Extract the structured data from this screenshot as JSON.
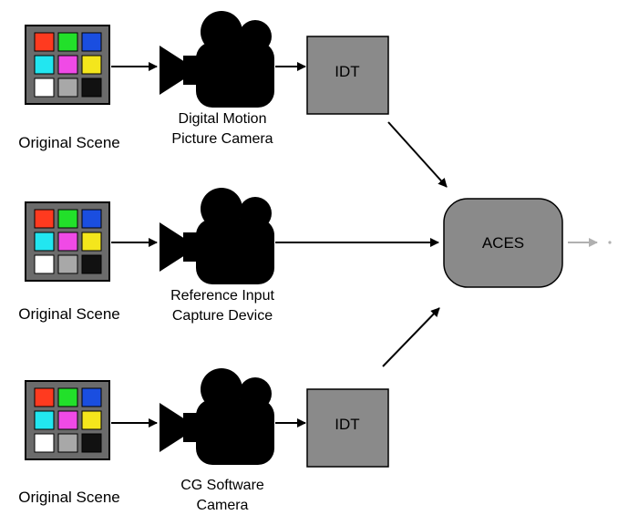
{
  "colors": {
    "chart_frame": "#6b6b6b",
    "chart_border": "#000000",
    "box_fill": "#8a8a8a",
    "aces_fill": "#8a8a8a",
    "output_arrow": "#b0b0b0",
    "swatches": [
      "#ff3a1f",
      "#22e02a",
      "#1a4ee0",
      "#22e6f0",
      "#f04ae6",
      "#f4e61c",
      "#ffffff",
      "#a8a8a8",
      "#111111"
    ]
  },
  "rows": [
    {
      "scene_label": "Original Scene",
      "device_label_line1": "Digital Motion",
      "device_label_line2": "Picture Camera",
      "has_idt": true,
      "idt_label": "IDT"
    },
    {
      "scene_label": "Original Scene",
      "device_label_line1": "Reference Input",
      "device_label_line2": "Capture Device",
      "has_idt": false
    },
    {
      "scene_label": "Original Scene",
      "device_label_line1": "CG Software",
      "device_label_line2": "Camera",
      "has_idt": true,
      "idt_label": "IDT"
    }
  ],
  "aces": {
    "label": "ACES"
  },
  "icons": [
    "color-chart-icon",
    "camera-icon",
    "arrow-icon"
  ]
}
